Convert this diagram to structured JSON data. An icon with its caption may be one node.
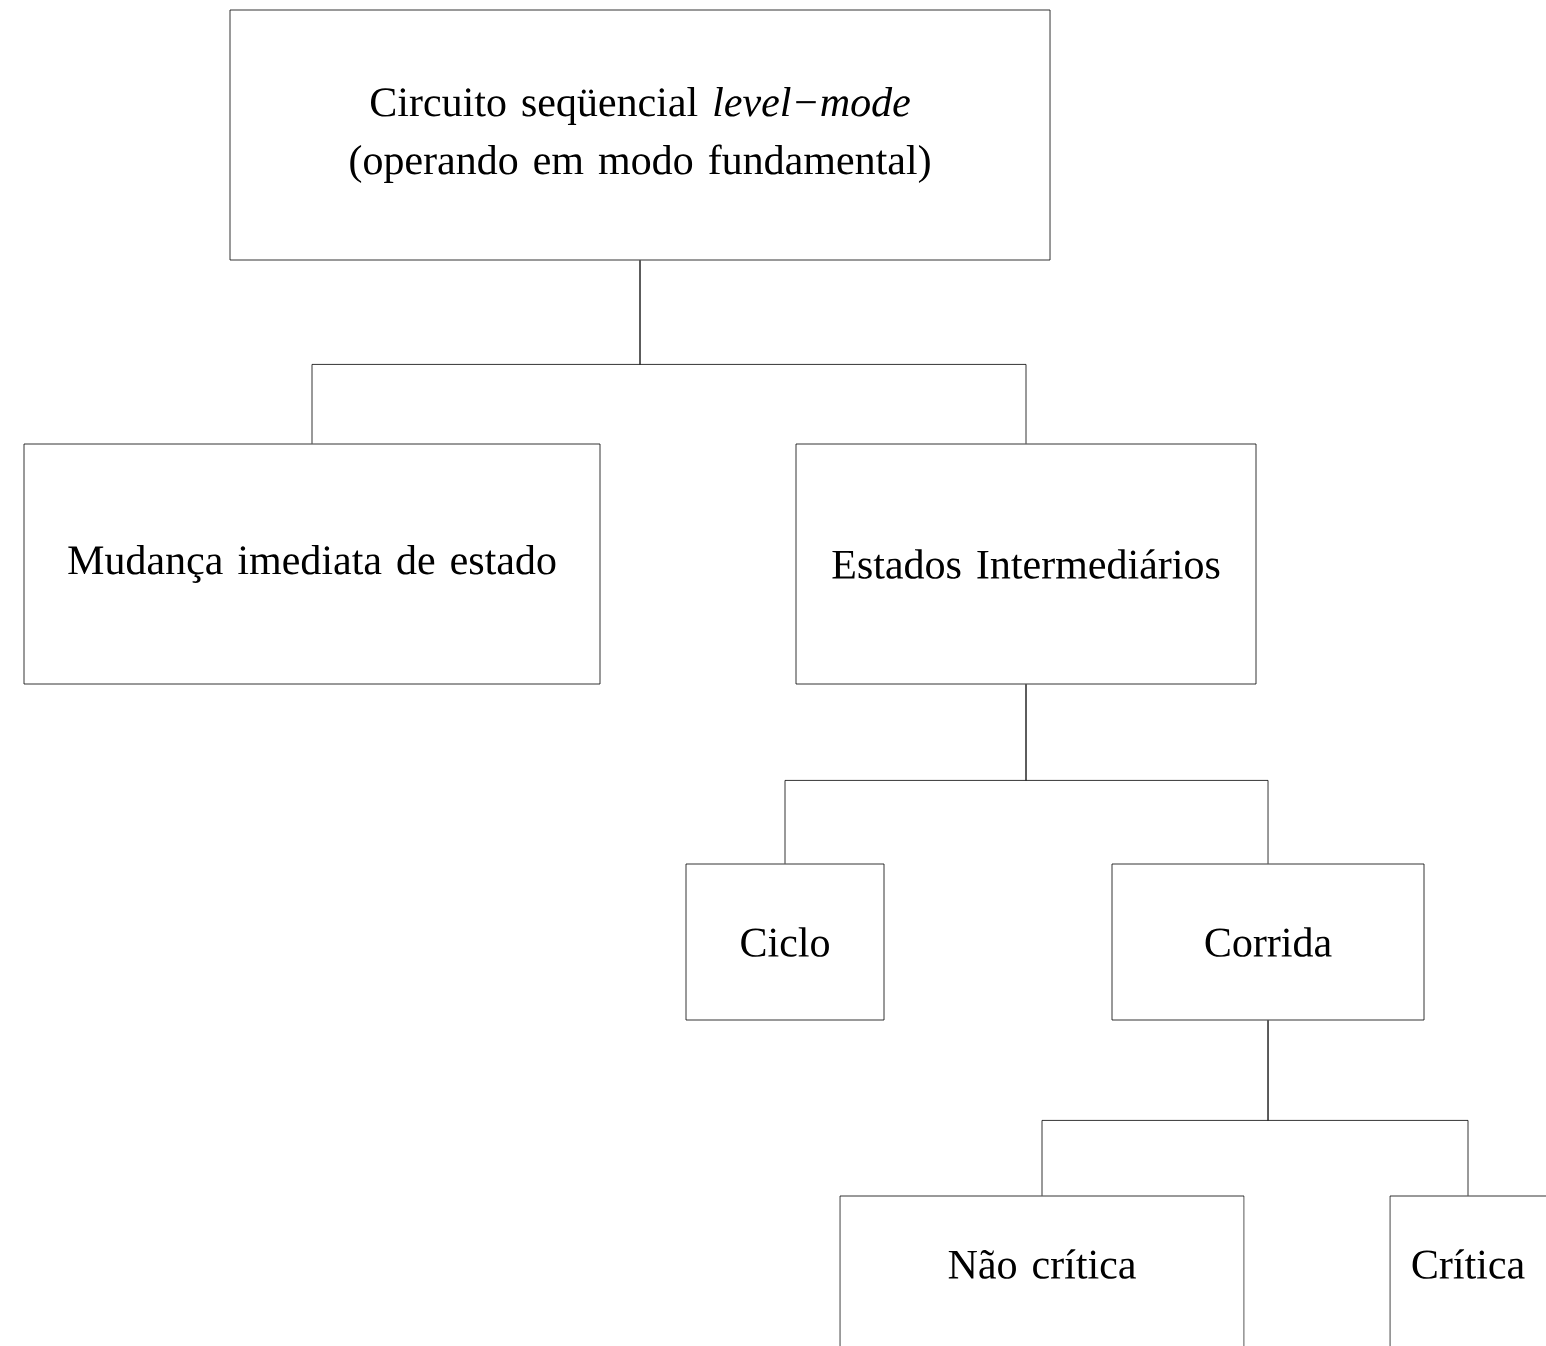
{
  "diagram": {
    "nodes": [
      {
        "text": [
          "Circuito seqüencial *level−mode*",
          "(operando em modo fundamental)"
        ]
      },
      {
        "text": [
          "Mudança imediata de estado"
        ]
      },
      {
        "text": [
          "Estados Intermediários"
        ]
      },
      {
        "text": [
          "Ciclo"
        ]
      },
      {
        "text": [
          "Corrida"
        ]
      },
      {
        "text": [
          "Não crítica"
        ]
      },
      {
        "text": [
          "Crítica"
        ]
      }
    ],
    "edges": [
      {
        "from": 0,
        "to": 1,
        "arrow": "none"
      },
      {
        "from": 0,
        "to": 2,
        "arrow": "none"
      },
      {
        "from": 2,
        "to": 3,
        "arrow": "none"
      },
      {
        "from": 2,
        "to": 4,
        "arrow": "none"
      },
      {
        "from": 4,
        "to": 5,
        "arrow": "none"
      },
      {
        "from": 4,
        "to": 6,
        "arrow": "none"
      }
    ]
  }
}
